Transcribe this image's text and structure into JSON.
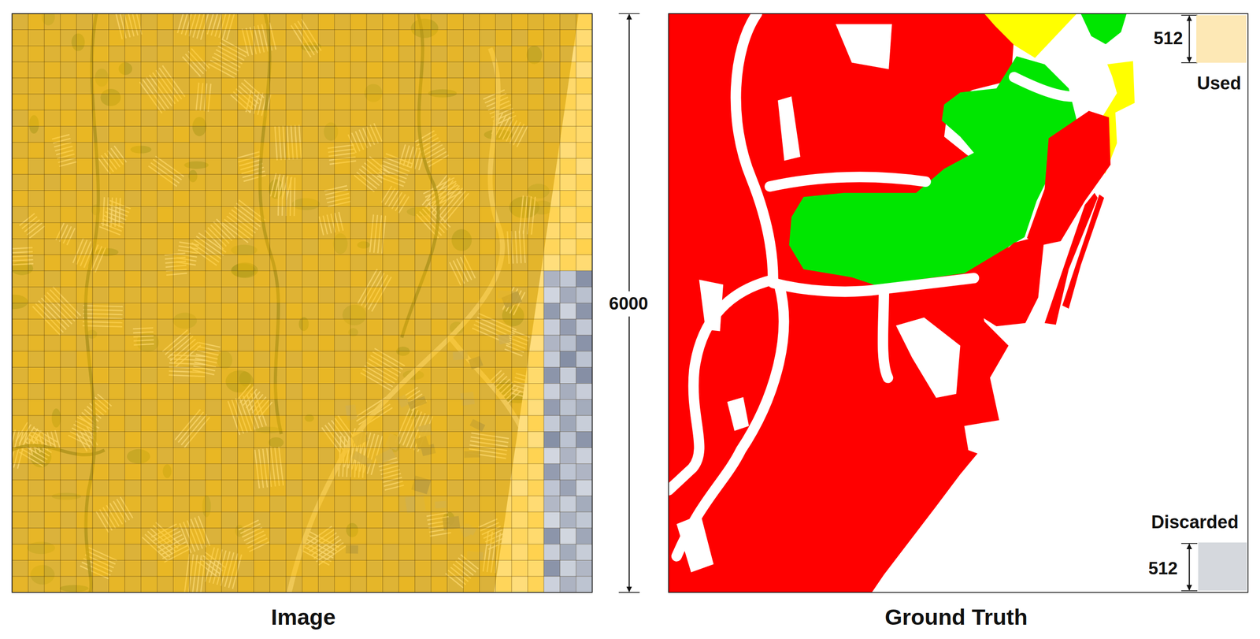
{
  "diagram": {
    "labels": [
      "Image",
      "Ground Truth",
      "6000",
      "512",
      "512"
    ],
    "legend": [
      {
        "text": "Used",
        "color": "#fde8b5"
      },
      {
        "text": "Discarded",
        "color": "#d5d8dd"
      }
    ]
  }
}
